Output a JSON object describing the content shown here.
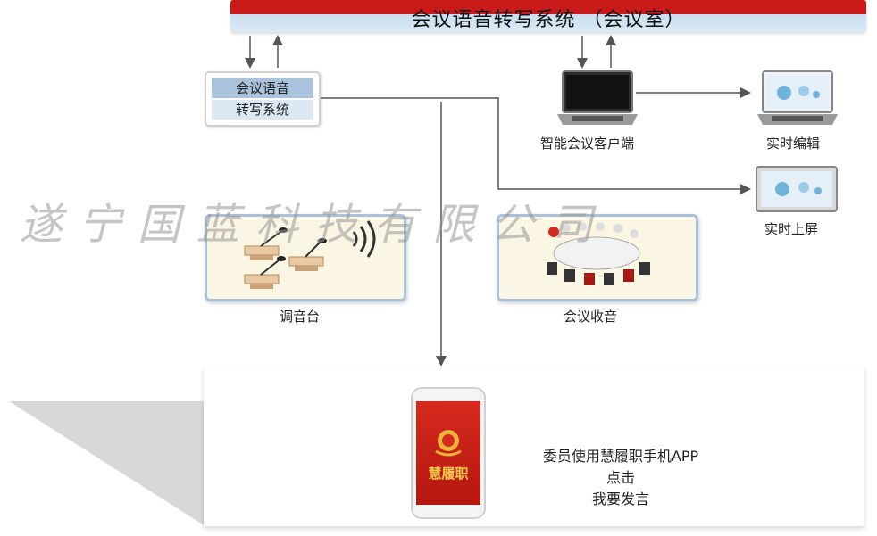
{
  "header": {
    "title": "会议语音转写系统 （会议室）"
  },
  "module": {
    "line1": "会议语音",
    "line2": "转写系统"
  },
  "nodes": {
    "client": "智能会议客户端",
    "edit": "实时编辑",
    "screen": "实时上屏",
    "mixer": "调音台",
    "pickup": "会议收音"
  },
  "watermark": "遂宁国蓝科技有限公司",
  "phone": {
    "app_name": "慧履职"
  },
  "app_text": {
    "line1": "委员使用慧履职手机APP",
    "line2": "点击",
    "line3": "我要发言"
  },
  "colors": {
    "header_red": "#c91a1a",
    "box_blue": "#a7c2da",
    "screen_red": "#c8201a",
    "arrow": "#555555"
  }
}
